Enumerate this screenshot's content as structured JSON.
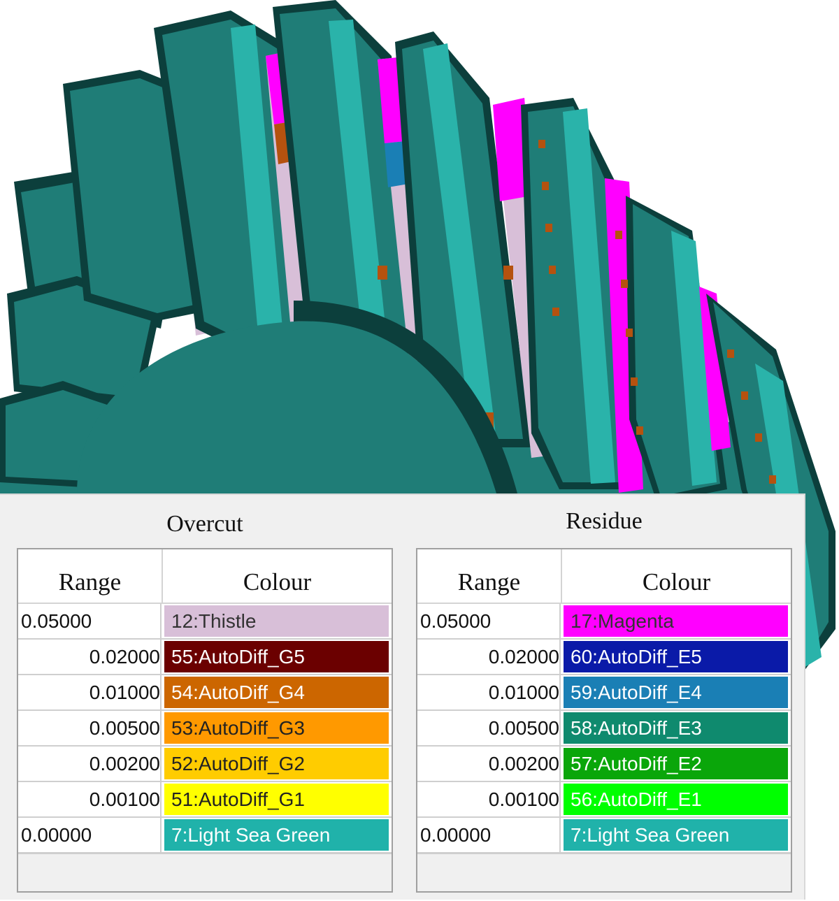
{
  "overcut": {
    "title": "Overcut",
    "range_header": "Range",
    "colour_header": "Colour",
    "rows": [
      {
        "range": "0.05000",
        "label": "12:Thistle",
        "color": "#d8bfd8",
        "text_color": "#333333",
        "align": "left"
      },
      {
        "range": "0.02000",
        "label": "55:AutoDiff_G5",
        "color": "#6b0000",
        "text_color": "#ffffff",
        "align": "right"
      },
      {
        "range": "0.01000",
        "label": "54:AutoDiff_G4",
        "color": "#cc6600",
        "text_color": "#ffffff",
        "align": "right"
      },
      {
        "range": "0.00500",
        "label": "53:AutoDiff_G3",
        "color": "#ff9900",
        "text_color": "#222222",
        "align": "right"
      },
      {
        "range": "0.00200",
        "label": "52:AutoDiff_G2",
        "color": "#ffcc00",
        "text_color": "#222222",
        "align": "right"
      },
      {
        "range": "0.00100",
        "label": "51:AutoDiff_G1",
        "color": "#ffff00",
        "text_color": "#222222",
        "align": "right"
      },
      {
        "range": "0.00000",
        "label": "7:Light Sea Green",
        "color": "#20b2aa",
        "text_color": "#ffffff",
        "align": "left"
      }
    ]
  },
  "residue": {
    "title": "Residue",
    "range_header": "Range",
    "colour_header": "Colour",
    "rows": [
      {
        "range": "0.05000",
        "label": "17:Magenta",
        "color": "#ff00ff",
        "text_color": "#333333",
        "align": "left"
      },
      {
        "range": "0.02000",
        "label": "60:AutoDiff_E5",
        "color": "#0a1aa8",
        "text_color": "#ffffff",
        "align": "right"
      },
      {
        "range": "0.01000",
        "label": "59:AutoDiff_E4",
        "color": "#1a7fb5",
        "text_color": "#ffffff",
        "align": "right"
      },
      {
        "range": "0.00500",
        "label": "58:AutoDiff_E3",
        "color": "#0f8a6e",
        "text_color": "#ffffff",
        "align": "right"
      },
      {
        "range": "0.00200",
        "label": "57:AutoDiff_E2",
        "color": "#0aa60a",
        "text_color": "#ffffff",
        "align": "right"
      },
      {
        "range": "0.00100",
        "label": "56:AutoDiff_E1",
        "color": "#00ff00",
        "text_color": "#ffffff",
        "align": "right"
      },
      {
        "range": "0.00000",
        "label": "7:Light Sea Green",
        "color": "#20b2aa",
        "text_color": "#ffffff",
        "align": "left"
      }
    ]
  },
  "viewport": {
    "model_colors": {
      "base": "#1f7d77",
      "dark": "#0c3f3c",
      "light": "#2ab3aa",
      "thistle": "#d8bfd8",
      "magenta": "#ff00ff",
      "rust": "#b5520f"
    }
  }
}
